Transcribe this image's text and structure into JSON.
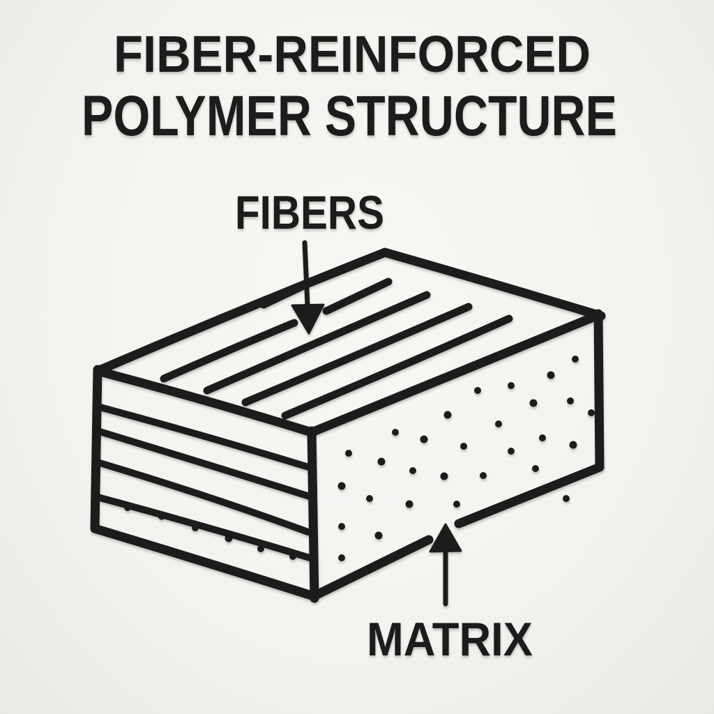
{
  "title": {
    "line1": "FIBER-REINFORCED",
    "line2": "POLYMER STRUCTURE"
  },
  "labels": {
    "fibers": "FIBERS",
    "matrix": "MATRIX"
  },
  "diagram": {
    "type": "hand-drawn annotated 3D block sketch",
    "subject": "fiber-reinforced polymer composite block",
    "annotations": [
      {
        "label": "FIBERS",
        "arrow_direction": "down",
        "points_to": "parallel fiber lines on top face of block"
      },
      {
        "label": "MATRIX",
        "arrow_direction": "up",
        "points_to": "dotted matrix material on front-right face of block"
      }
    ],
    "block_faces": [
      {
        "name": "top-face",
        "texture": "six parallel diagonal fiber strokes"
      },
      {
        "name": "left-face",
        "texture": "four laminate layer lines with a row of dots in bottom band"
      },
      {
        "name": "right-face",
        "texture": "scattered matrix dots"
      }
    ]
  },
  "colors": {
    "ink": "#1c1c1a",
    "paper": "#f4f4f1"
  }
}
